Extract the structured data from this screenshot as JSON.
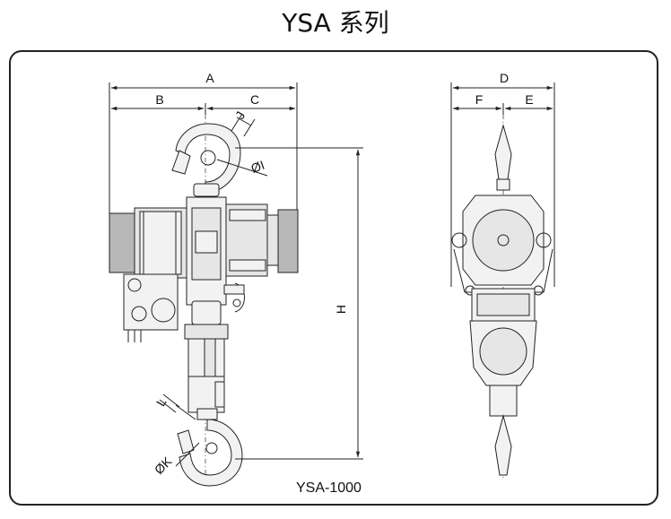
{
  "title": "YSA 系列",
  "model_label": "YSA-1000",
  "dimensions": {
    "a": "A",
    "b": "B",
    "c": "C",
    "d": "D",
    "e": "E",
    "f": "F",
    "h": "H",
    "j": "J",
    "l": "L",
    "phi_i": "ØI",
    "phi_k": "ØK"
  }
}
